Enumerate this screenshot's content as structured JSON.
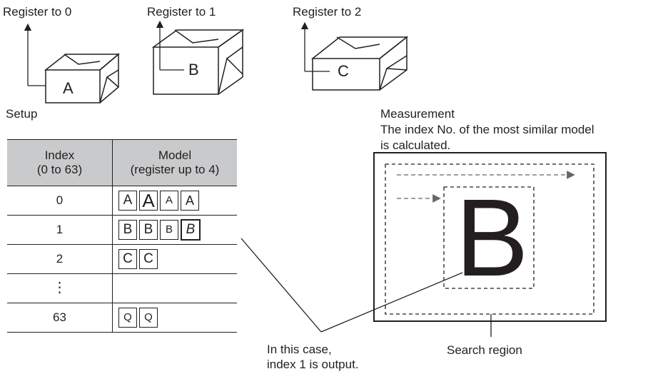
{
  "register_labels": [
    "Register to 0",
    "Register to 1",
    "Register to 2"
  ],
  "box_letters": [
    "A",
    "B",
    "C"
  ],
  "setup_title": "Setup",
  "table": {
    "header_index_line1": "Index",
    "header_index_line2": "(0 to 63)",
    "header_model_line1": "Model",
    "header_model_line2": "(register up to 4)",
    "rows": [
      {
        "index": "0",
        "models": [
          "A",
          "A",
          "A",
          "A"
        ]
      },
      {
        "index": "1",
        "models": [
          "B",
          "B",
          "B",
          "B"
        ]
      },
      {
        "index": "2",
        "models": [
          "C",
          "C"
        ]
      },
      {
        "index": "⋮",
        "models": []
      },
      {
        "index": "63",
        "models": [
          "Q",
          "Q"
        ]
      }
    ]
  },
  "measurement": {
    "title": "Measurement",
    "desc_line1": "The index No. of the most similar model",
    "desc_line2": "is calculated.",
    "big_letter": "B",
    "search_region_label": "Search region"
  },
  "output_note_line1": "In this case,",
  "output_note_line2": "index 1 is output."
}
